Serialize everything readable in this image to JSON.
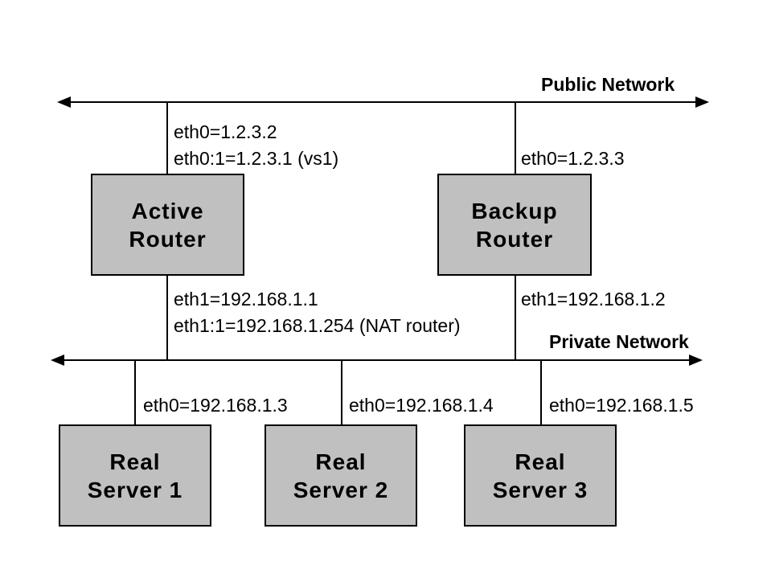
{
  "colors": {
    "background": "#ffffff",
    "line": "#000000",
    "box_fill": "#c0c0c0",
    "text": "#000000"
  },
  "networks": {
    "public": {
      "label": "Public Network"
    },
    "private": {
      "label": "Private Network"
    }
  },
  "routers": [
    {
      "name": "Active\nRouter",
      "public_interfaces": [
        "eth0=1.2.3.2",
        "eth0:1=1.2.3.1 (vs1)"
      ],
      "private_interfaces": [
        "eth1=192.168.1.1",
        "eth1:1=192.168.1.254 (NAT router)"
      ]
    },
    {
      "name": "Backup\nRouter",
      "public_interfaces": [
        "eth0=1.2.3.3"
      ],
      "private_interfaces": [
        "eth1=192.168.1.2"
      ]
    }
  ],
  "servers": [
    {
      "name": "Real\nServer 1",
      "interface": "eth0=192.168.1.3"
    },
    {
      "name": "Real\nServer 2",
      "interface": "eth0=192.168.1.4"
    },
    {
      "name": "Real\nServer 3",
      "interface": "eth0=192.168.1.5"
    }
  ]
}
